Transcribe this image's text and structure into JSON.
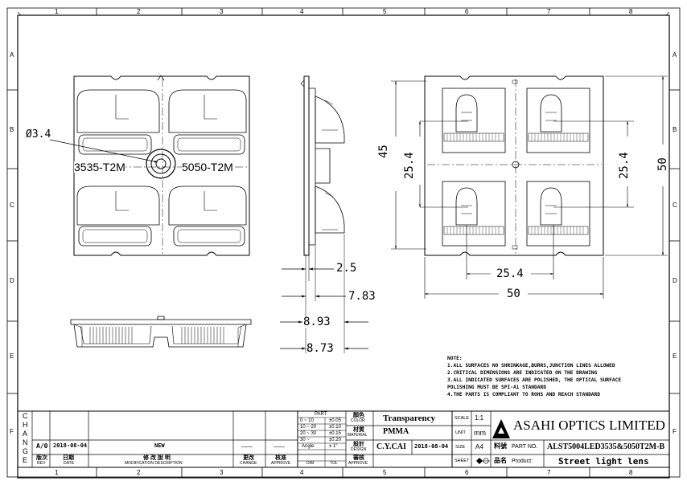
{
  "grid": {
    "cols": [
      "1",
      "2",
      "3",
      "4",
      "5",
      "6",
      "7",
      "8"
    ],
    "rows": [
      "A",
      "B",
      "C",
      "D",
      "E",
      "F"
    ]
  },
  "front_view": {
    "dia_label": "Ø3.4",
    "left_label": "3535-T2M",
    "right_label": "5050-T2M"
  },
  "side_view": {
    "dim_thickness": "2.5",
    "dim_7_83": "7.83",
    "dim_8_93": "8.93",
    "dim_8_73": "8.73"
  },
  "back_view": {
    "dim_45": "45",
    "dim_50_vertical": "50",
    "dim_25_4_left": "25.4",
    "dim_25_4_right": "25.4",
    "dim_25_4_horizontal": "25.4",
    "dim_50_horizontal": "50"
  },
  "notes": {
    "heading": "NOTE:",
    "lines": [
      "1.ALL SURFACES NO SHRINKAGE,BURRS,JUNCTION LINES ALLOWED",
      "2.CRITICAL DIMENSIONS ARE INDICATED ON THE DRAWING",
      "3.ALL INDICATED SURFACES ARE POLISHED, THE OPTICAL SURFACE",
      "POLISHING MUST BE SPI-A1 STANDARD",
      "4.THE PARTS IS COMPLIANT TO ROHS AND REACH STANDARD"
    ]
  },
  "title_block": {
    "change_letters": [
      "C",
      "H",
      "A",
      "N",
      "G",
      "E"
    ],
    "rev_value": "A/0",
    "date_value": "2018-08-04",
    "description_value": "NEW",
    "change_value": "——",
    "approve_value": "——",
    "rev_label_cn": "版次",
    "rev_label_en": "REV",
    "date_label_cn": "日期",
    "date_label_en": "DATE",
    "desc_label_cn": "修 改 說 明",
    "desc_label_en": "MODIFICATION DESCRIPTION",
    "change_label_cn": "更改",
    "change_label_en": "CHANGE",
    "approve_label_cn": "核准",
    "approve_label_en": "APPROVE",
    "tolerance": {
      "header": "PART",
      "rows": [
        [
          "0 ~ 10",
          "±0.05"
        ],
        [
          "10 ~ 20",
          "±0.10"
        ],
        [
          "20 ~ 30",
          "±0.15"
        ],
        [
          "30 ~",
          "±0.20"
        ],
        [
          "Angle",
          "± 1°"
        ]
      ],
      "dim_label": "DIM",
      "tol_label": "TOL"
    },
    "color_label_cn": "顏色",
    "color_label_en": "COLOR",
    "color_value": "Transparency",
    "material_label_cn": "材質",
    "material_label_en": "MATERIAL",
    "material_value": "PMMA",
    "design_label_cn": "設計",
    "design_label_en": "DESIGN",
    "designer": "C.Y.CAI",
    "design_date": "2018-08-04",
    "approve2_label_cn": "審核",
    "approve2_label_en": "APPROVE",
    "scale_label": "SCALE",
    "scale_value": "1:1",
    "unit_label": "UNIT",
    "unit_value": "mm",
    "size_label": "SIZE",
    "size_value": "A4",
    "sheet_label": "SHEET",
    "company": "ASAHI OPTICS LIMITED",
    "part_no_label_cn": "料號",
    "part_no_label": "PART NO.",
    "part_no_value": "ALST5004LED3535&5050T2M-B",
    "product_label_cn": "品名",
    "product_label": "Product:",
    "product_value": "Street light lens"
  }
}
